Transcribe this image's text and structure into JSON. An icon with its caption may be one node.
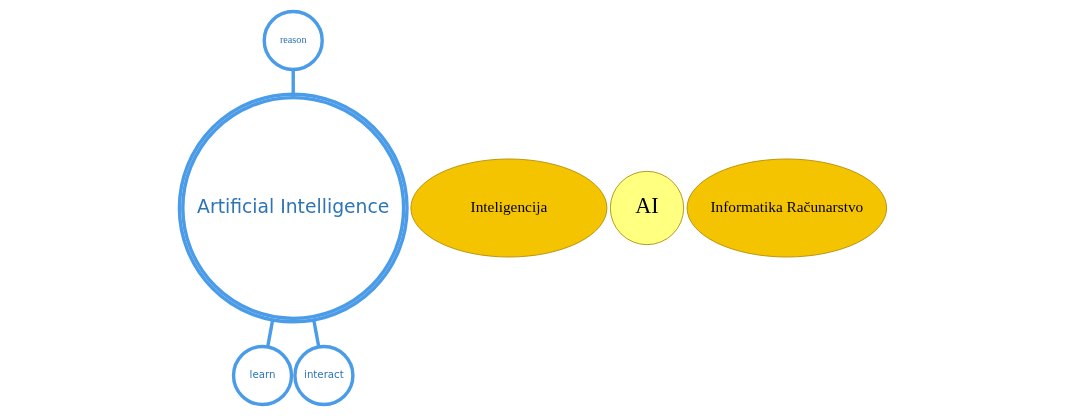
{
  "diagram": {
    "nodes": [
      {
        "text": [
          "Artificial Intelligence"
        ]
      },
      {
        "text": [
          "reason"
        ]
      },
      {
        "text": [
          "learn"
        ]
      },
      {
        "text": [
          "interact"
        ]
      },
      {
        "text": [
          "Inteligencija"
        ]
      },
      {
        "text": [
          "AI"
        ]
      },
      {
        "text": [
          "Informatika Računarstvo"
        ]
      }
    ],
    "edges": [
      {
        "from": 1,
        "to": 0,
        "arrow": "none"
      },
      {
        "from": 0,
        "to": 2,
        "arrow": "none"
      },
      {
        "from": 0,
        "to": 3,
        "arrow": "none"
      }
    ]
  }
}
